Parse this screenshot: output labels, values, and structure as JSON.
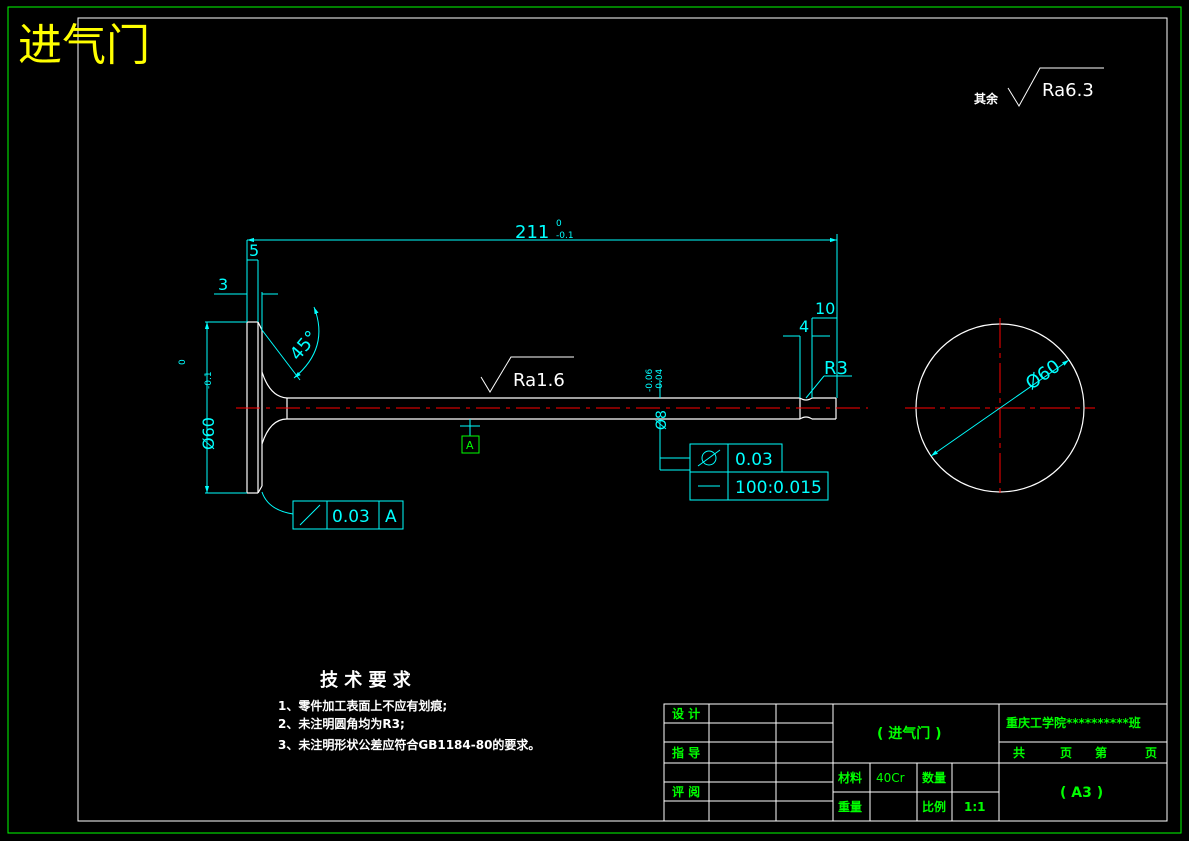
{
  "title": "进气门",
  "roughness_note": {
    "prefix": "其余",
    "value": "Ra6.3"
  },
  "dims": {
    "length": "211",
    "length_upper": "0",
    "length_lower": "-0.1",
    "head_thickness": "5",
    "edge": "3",
    "angle": "45°",
    "head_diameter": "Ø60",
    "head_upper": "0",
    "head_lower": "-0.1",
    "groove_width": "10",
    "groove_offset": "4",
    "radius": "R3",
    "stem_roughness": "Ra1.6",
    "stem_diameter": "Ø8",
    "stem_upper": "-0.06",
    "stem_lower": "-0.04",
    "datum": "A",
    "circle_diameter": "Ø60"
  },
  "tolerances": {
    "runout_value": "0.03",
    "runout_datum": "A",
    "cylindricity_value": "0.03",
    "straightness_value": "100:0.015"
  },
  "tech_requirements": {
    "heading": "技 术 要 求",
    "items": [
      "1、零件加工表面上不应有划痕;",
      "2、未注明圆角均为R3;",
      "3、未注明形状公差应符合GB1184-80的要求。"
    ]
  },
  "title_block": {
    "design": "设 计",
    "guide": "指 导",
    "review": "评 阅",
    "part_name": "( 进气门 )",
    "school": "重庆工学院**********班",
    "total": "共",
    "page": "页",
    "sheet": "第",
    "page2": "页",
    "material_label": "材料",
    "material": "40Cr",
    "quantity_label": "数量",
    "weight_label": "重量",
    "scale_label": "比例",
    "scale": "1:1",
    "format": "( A3 )"
  },
  "colors": {
    "background": "#000000",
    "border": "#00ff00",
    "geometry": "#ffffff",
    "dimension": "#00ffff",
    "centerline": "#ff0000",
    "title": "#ffff00"
  }
}
